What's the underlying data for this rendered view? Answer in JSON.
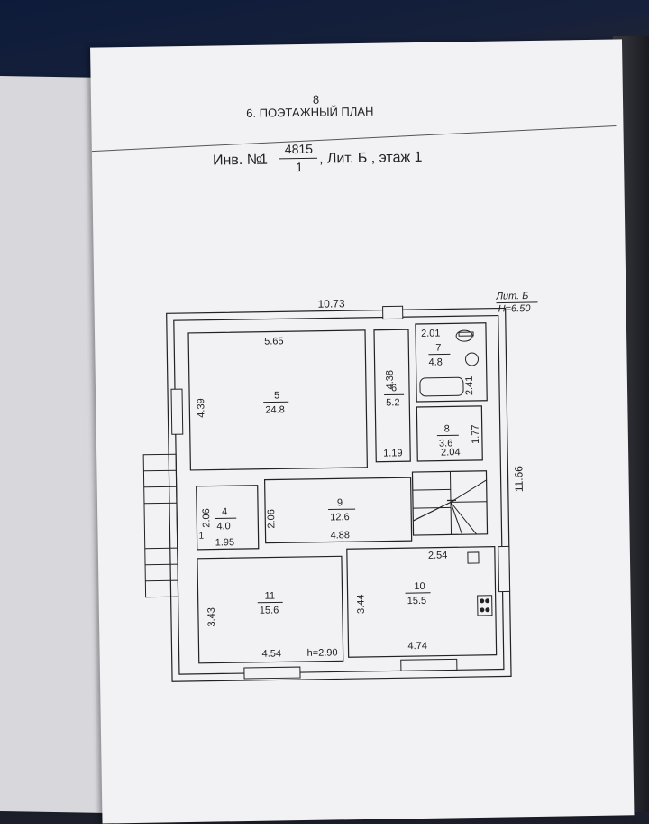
{
  "sheet": {
    "page_number": "8",
    "section_title": "6. ПОЭТАЖНЫЙ ПЛАН",
    "inv_prefix": "Инв. №",
    "inv_number": "1",
    "inv_numerator": "4815",
    "inv_denominator": "1",
    "lit_floor": ", Лит. Б ,  этаж 1"
  },
  "plan": {
    "lit_label": "Лит. Б",
    "height_label": "H=6.50",
    "overall_width": "10.73",
    "overall_depth": "11.66",
    "ceiling_height": "h=2.90",
    "entrance_mark": "1",
    "rooms": [
      {
        "num": "5",
        "area": "24.8"
      },
      {
        "num": "6",
        "area": "5.2"
      },
      {
        "num": "7",
        "area": "4.8"
      },
      {
        "num": "8",
        "area": "3.6"
      },
      {
        "num": "4",
        "area": "4.0"
      },
      {
        "num": "9",
        "area": "12.6"
      },
      {
        "num": "11",
        "area": "15.6"
      },
      {
        "num": "10",
        "area": "15.5"
      }
    ],
    "dims": {
      "r5_w": "5.65",
      "r5_h": "4.39",
      "r6_h": "4.38",
      "r6_w": "1.19",
      "r7_w": "2.01",
      "r7_h": "2.41",
      "r8_h": "1.77",
      "r8_w": "2.04",
      "r4_h": "2.06",
      "r4_w": "1.95",
      "r9_h": "2.06",
      "r9_w": "4.88",
      "r11_h": "3.43",
      "r11_w": "4.54",
      "r10_h": "3.44",
      "r10_w": "4.74",
      "r10_top": "2.54"
    }
  }
}
